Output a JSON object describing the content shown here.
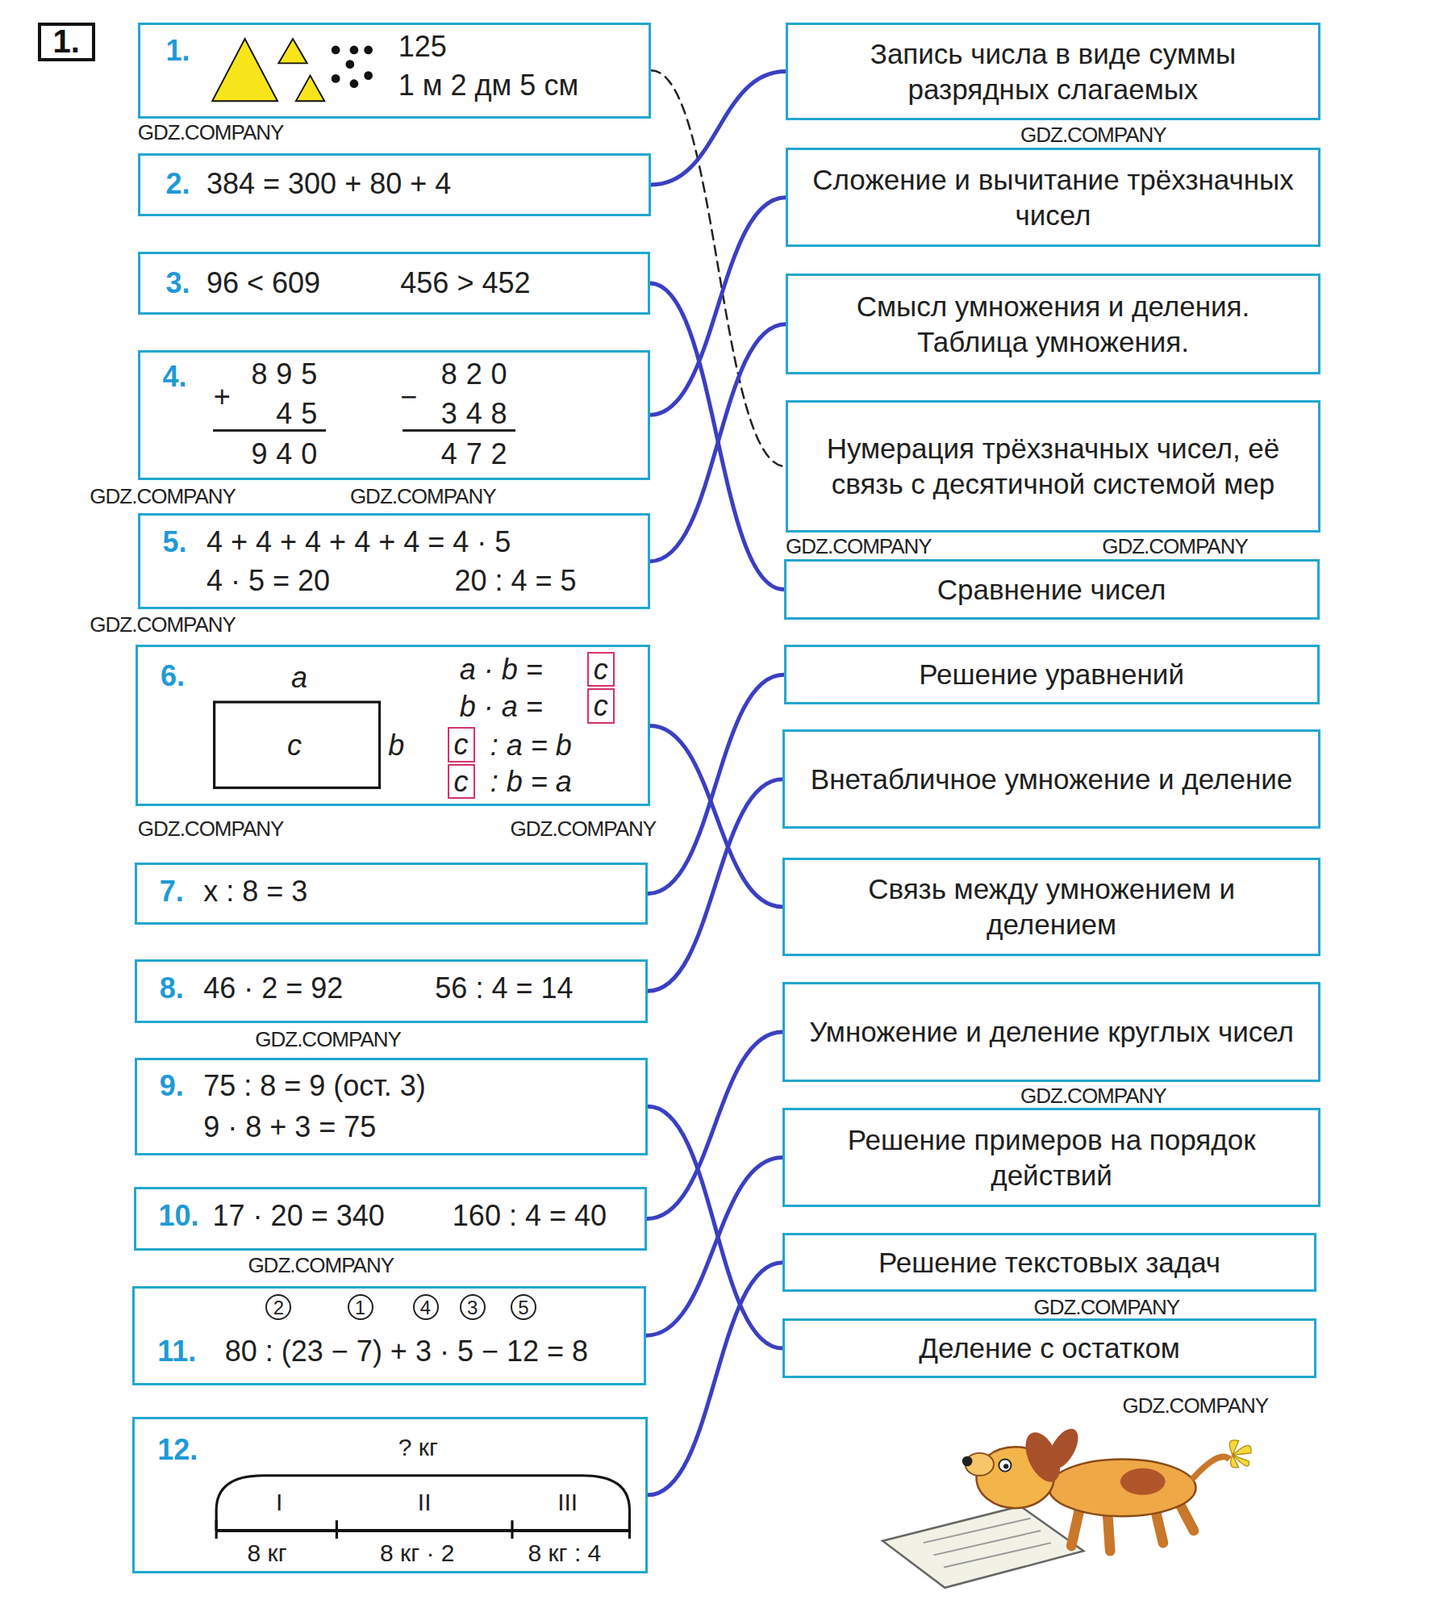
{
  "diagram": {
    "nodes": [
      {
        "text": [
          "1."
        ]
      },
      {
        "text": [
          "1.",
          "125",
          "1 м 2 дм 5 см"
        ]
      },
      {
        "text": [
          "2.",
          "384 = 300 + 80 + 4"
        ]
      },
      {
        "text": [
          "3.",
          "96 < 609",
          "456 > 452"
        ]
      },
      {
        "text": [
          "4.",
          "+",
          "895",
          "45",
          "940",
          "−",
          "820",
          "348",
          "472"
        ]
      },
      {
        "text": [
          "5.",
          "4 + 4 + 4 + 4 + 4 = 4 · 5",
          "4 · 5 = 20",
          "20 : 4 = 5"
        ]
      },
      {
        "text": [
          "6.",
          "a",
          "c",
          "b",
          "a · b =",
          "c",
          "b · a =",
          "c",
          "c",
          ": a = b",
          "c",
          ": b = a"
        ]
      },
      {
        "text": [
          "7.",
          "x : 8 = 3"
        ]
      },
      {
        "text": [
          "8.",
          "46 · 2 = 92",
          "56 : 4 = 14"
        ]
      },
      {
        "text": [
          "9.",
          "75 : 8 = 9 (ост. 3)",
          "9 · 8 + 3 = 75"
        ]
      },
      {
        "text": [
          "10.",
          "17 · 20 = 340",
          "160 : 4 = 40"
        ]
      },
      {
        "text": [
          "11.",
          "2",
          "1",
          "4",
          "3",
          "5",
          "80 : (23 − 7) + 3 · 5 − 12 = 8"
        ]
      },
      {
        "text": [
          "12.",
          "? кг",
          "I",
          "II",
          "III",
          "8 кг",
          "8 кг · 2",
          "8 кг : 4"
        ]
      },
      {
        "text": [
          "Запись числа в виде суммы разрядных слагаемых"
        ]
      },
      {
        "text": [
          "Сложение и вычитание трёхзначных чисел"
        ]
      },
      {
        "text": [
          "Смысл умножения и деления. Таблица умножения."
        ]
      },
      {
        "text": [
          "Нумерация трёхзначных чисел, её связь с десятичной системой мер"
        ]
      },
      {
        "text": [
          "Сравнение чисел"
        ]
      },
      {
        "text": [
          "Решение уравнений"
        ]
      },
      {
        "text": [
          "Внетабличное умножение и деление"
        ]
      },
      {
        "text": [
          "Связь между умножением и делением"
        ]
      },
      {
        "text": [
          "Умножение и деление круглых чисел"
        ]
      },
      {
        "text": [
          "Решение примеров на порядок действий"
        ]
      },
      {
        "text": [
          "Решение текстовых задач"
        ]
      },
      {
        "text": [
          "Деление с остатком"
        ]
      }
    ],
    "edges": [
      {
        "from": 1,
        "to": 16,
        "arrow": "none"
      },
      {
        "from": 2,
        "to": 13,
        "arrow": "none"
      },
      {
        "from": 3,
        "to": 17,
        "arrow": "none"
      },
      {
        "from": 4,
        "to": 14,
        "arrow": "none"
      },
      {
        "from": 5,
        "to": 15,
        "arrow": "none"
      },
      {
        "from": 6,
        "to": 20,
        "arrow": "none"
      },
      {
        "from": 7,
        "to": 18,
        "arrow": "none"
      },
      {
        "from": 8,
        "to": 19,
        "arrow": "none"
      },
      {
        "from": 9,
        "to": 24,
        "arrow": "none"
      },
      {
        "from": 10,
        "to": 21,
        "arrow": "none"
      },
      {
        "from": 11,
        "to": 22,
        "arrow": "none"
      },
      {
        "from": 12,
        "to": 23,
        "arrow": "none"
      }
    ],
    "labels": [
      "GDZ.COMPANY",
      "GDZ.COMPANY",
      "GDZ.COMPANY",
      "GDZ.COMPANY",
      "GDZ.COMPANY",
      "GDZ.COMPANY",
      "GDZ.COMPANY",
      "GDZ.COMPANY",
      "GDZ.COMPANY",
      "GDZ.COMPANY",
      "GDZ.COMPANY",
      "GDZ.COMPANY",
      "GDZ.COMPANY",
      "GDZ.COMPANY"
    ]
  }
}
